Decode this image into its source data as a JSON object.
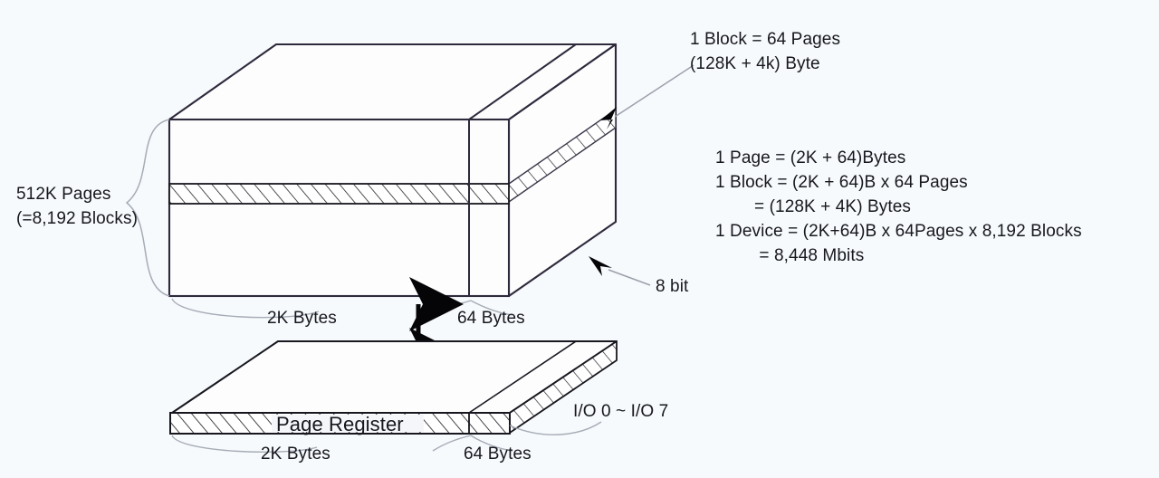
{
  "diagram": {
    "title_note": {
      "line1": "1 Block = 64 Pages",
      "line2": "(128K + 4k) Byte"
    },
    "equations": [
      "1 Page = (2K + 64)Bytes",
      "1 Block = (2K + 64)B x 64 Pages",
      "        = (128K + 4K) Bytes",
      "1 Device = (2K+64)B x 64Pages x 8,192 Blocks",
      "         = 8,448 Mbits"
    ],
    "left_label": {
      "line1": "512K Pages",
      "line2": "(=8,192 Blocks)"
    },
    "array_dims": {
      "main": "2K Bytes",
      "spare": "64 Bytes"
    },
    "register_dims": {
      "main": "2K Bytes",
      "spare": "64 Bytes"
    },
    "register_label": "Page Register",
    "io_label": "I/O 0 ~ I/O 7",
    "depth_label": "8 bit",
    "colors": {
      "background": "#f7fafc",
      "stroke": "#17171f",
      "edge_violet": "#2e2a3c",
      "leader_grey": "#9aa0ab",
      "hatch": "#17171f",
      "text": "#17171f"
    }
  }
}
